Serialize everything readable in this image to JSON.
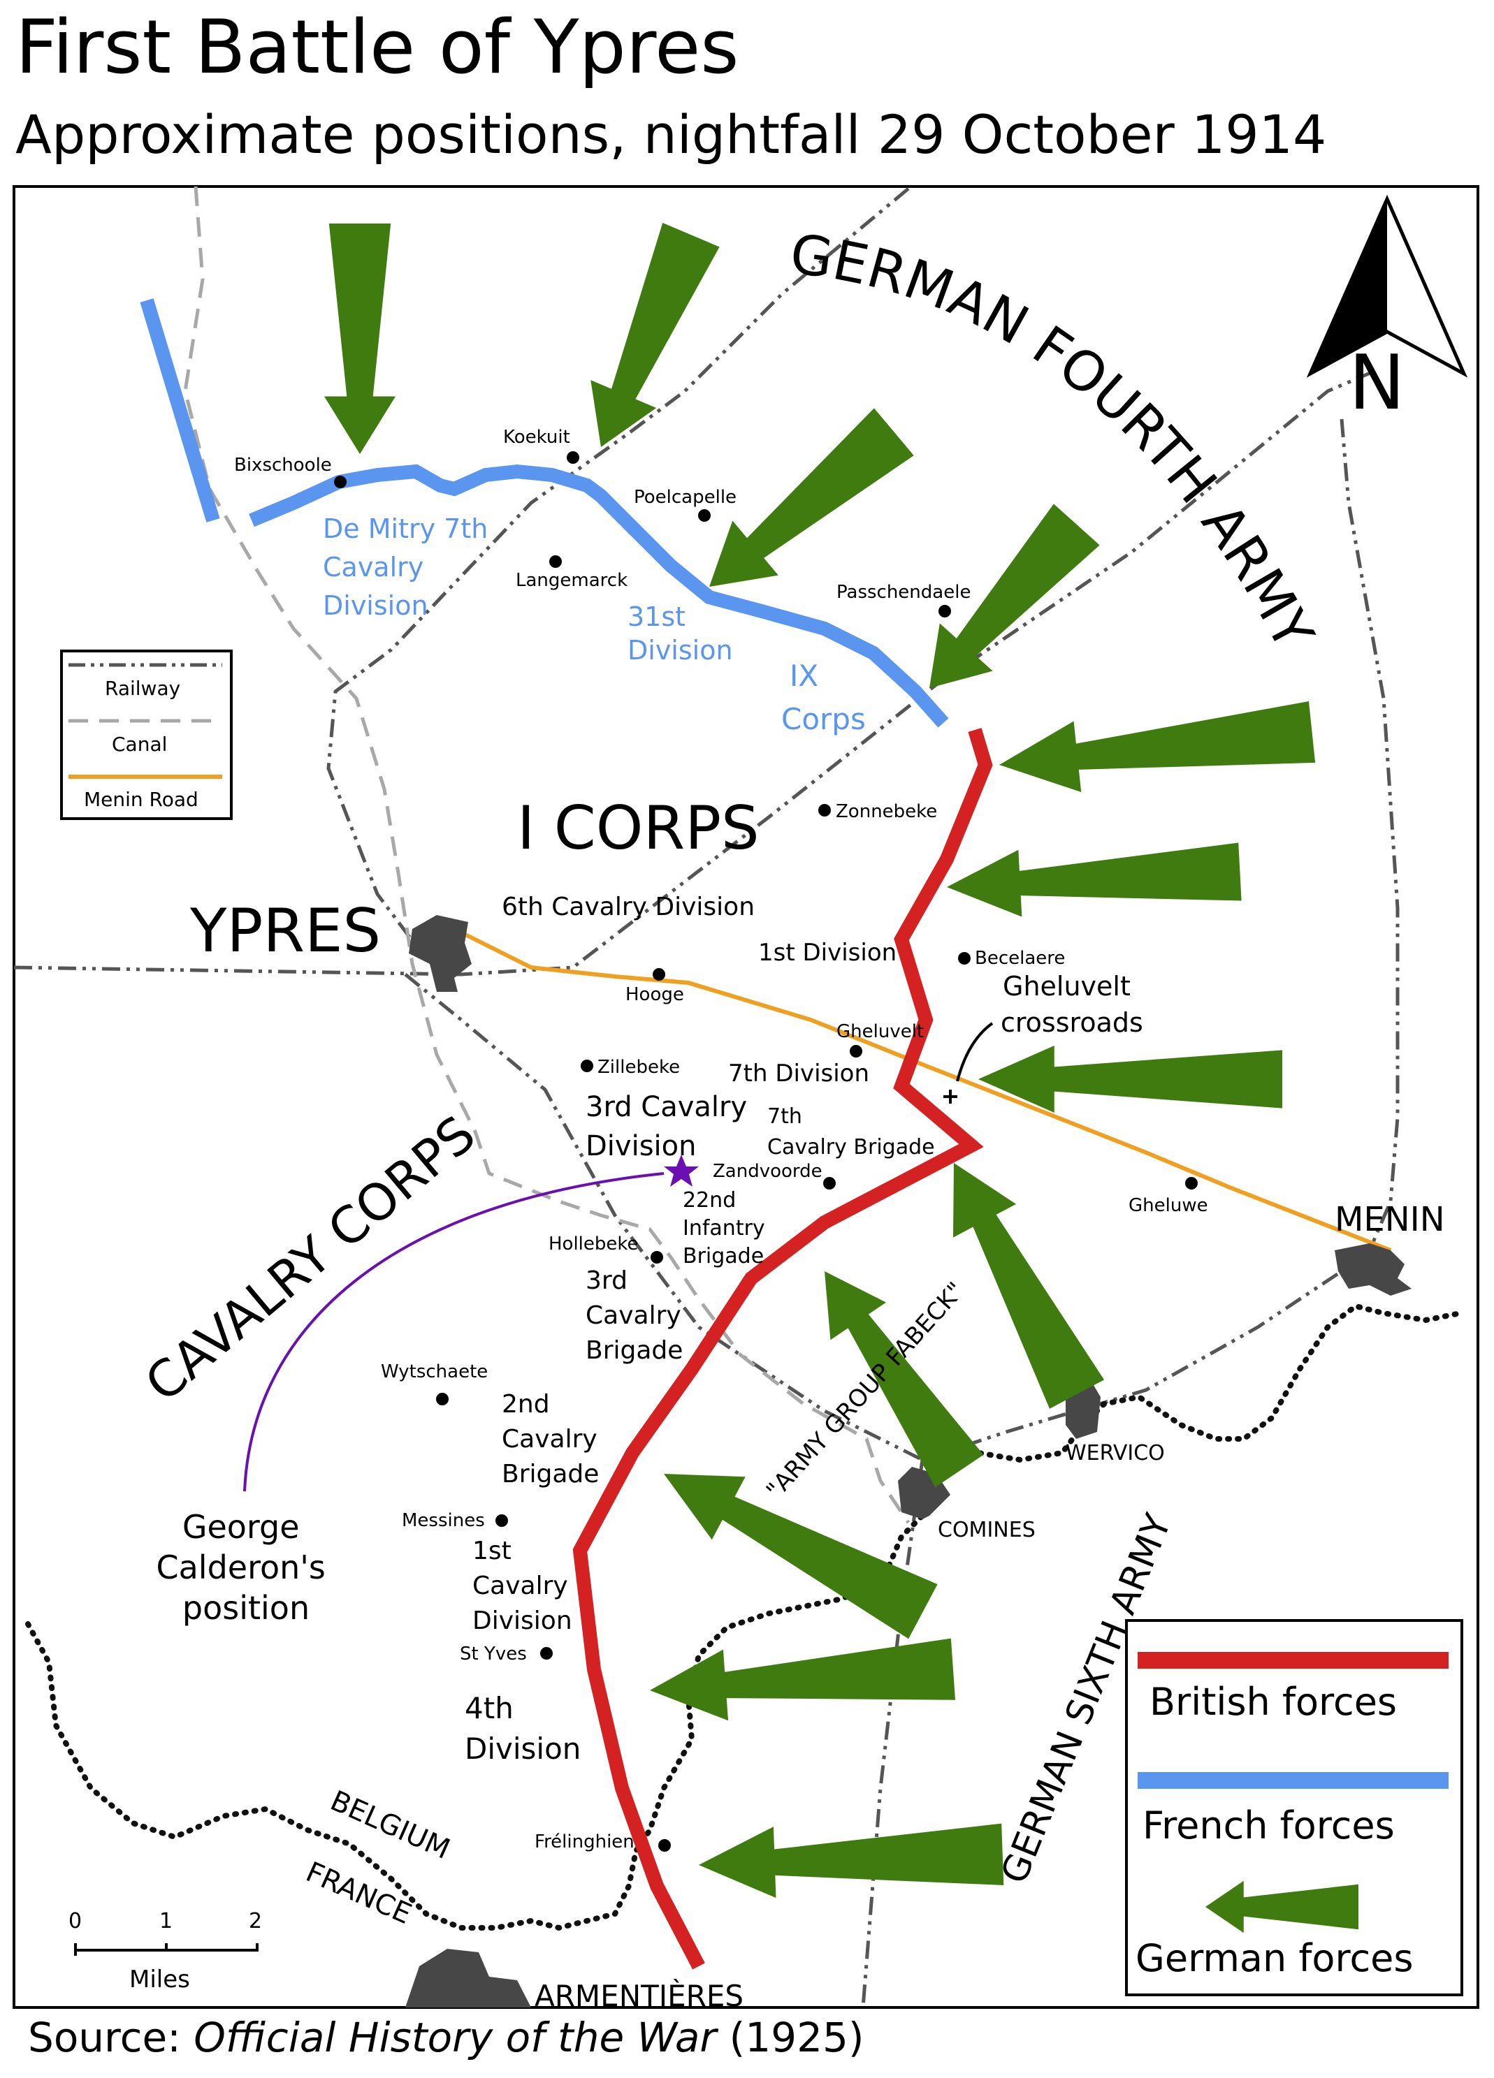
{
  "title": "First Battle of Ypres",
  "subtitle": "Approximate positions, nightfall 29 October 1914",
  "source": {
    "prefix": "Source: ",
    "work": "Official History of the War",
    "year": " (1925)"
  },
  "compass": {
    "label": "N"
  },
  "places": {
    "bixschoole": "Bixschoole",
    "koekuit": "Koekuit",
    "poelcapelle": "Poelcapelle",
    "langemarck": "Langemarck",
    "passchendaele": "Passchendaele",
    "zonnebeke": "Zonnebeke",
    "becelaere": "Becelaere",
    "hooge": "Hooge",
    "gheluvelt": "Gheluvelt",
    "zillebeke": "Zillebeke",
    "zandvoorde": "Zandvoorde",
    "gheluwe": "Gheluwe",
    "hollebeke": "Hollebeke",
    "wytschaete": "Wytschaete",
    "messines": "Messines",
    "st_yves": "St Yves",
    "frelinghien": "Frélinghien",
    "ypres": "YPRES",
    "menin": "MENIN",
    "wervico": "WERVICO",
    "comines": "COMINES",
    "armentieres": "ARMENTIÈRES"
  },
  "units": {
    "german_fourth_army": "GERMAN FOURTH ARMY",
    "german_sixth_army": "GERMAN SIXTH ARMY",
    "i_corps": "I CORPS",
    "cavalry_corps": "CAVALRY CORPS",
    "army_group_fabeck": "\"ARMY GROUP FABECK\"",
    "de_mitry_1": "De Mitry 7th",
    "de_mitry_2": "Cavalry",
    "de_mitry_3": "Division",
    "div31_1": "31st",
    "div31_2": "Division",
    "ix_1": "IX",
    "ix_2": "Corps",
    "cav6": "6th Cavalry Division",
    "div1": "1st Division",
    "gheluvelt_cr_1": "Gheluvelt",
    "gheluvelt_cr_2": "crossroads",
    "div7": "7th Division",
    "cav3_1": "3rd Cavalry",
    "cav3_2": "Division",
    "cavbde7_1": "7th",
    "cavbde7_2": "Cavalry Brigade",
    "inf22_1": "22nd",
    "inf22_2": "Infantry",
    "inf22_3": "Brigade",
    "cavbde3_1": "3rd",
    "cavbde3_2": "Cavalry",
    "cavbde3_3": "Brigade",
    "cavbde2_1": "2nd",
    "cavbde2_2": "Cavalry",
    "cavbde2_3": "Brigade",
    "cav1_1": "1st",
    "cav1_2": "Cavalry",
    "cav1_3": "Division",
    "div4_1": "4th",
    "div4_2": "Division",
    "calderon_1": "George",
    "calderon_2": "Calderon's",
    "calderon_3": "position"
  },
  "border": {
    "belgium": "BELGIUM",
    "france": "FRANCE"
  },
  "scale": {
    "t0": "0",
    "t1": "1",
    "t2": "2",
    "unit": "Miles"
  },
  "line_legend": {
    "railway": "Railway",
    "canal": "Canal",
    "menin_road": "Menin Road"
  },
  "forces_legend": {
    "british": "British forces",
    "french": "French forces",
    "german": "German forces"
  },
  "colors": {
    "british": "#d42121",
    "french": "#5a95ef",
    "german": "#3f7b0f",
    "menin_road": "#f0a020",
    "railway": "#555555",
    "canal": "#a8a8a8",
    "town": "#474747",
    "calderon": "#6a0fb0"
  }
}
